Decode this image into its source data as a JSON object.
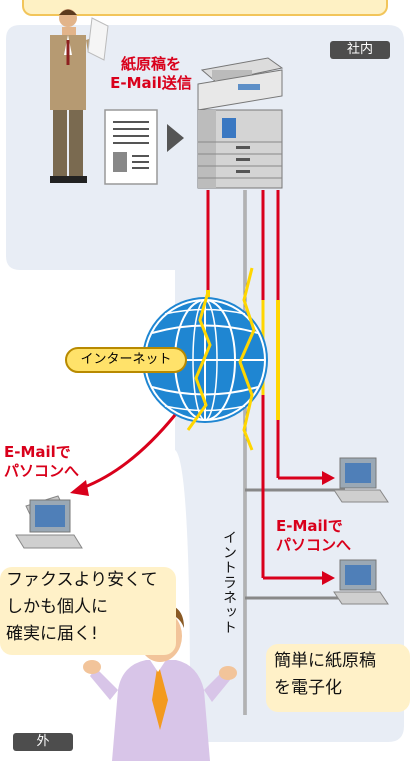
{
  "labels": {
    "inside_tag": "社内",
    "outside_tag": "外",
    "send_line1": "紙原稿を",
    "send_line2": "E-Mail送信",
    "internet": "インターネット",
    "intranet": "イントラネット",
    "to_pc_outside_line1": "E-Mailで",
    "to_pc_outside_line2": "パソコンへ",
    "to_pc_inside_line1": "E-Mailで",
    "to_pc_inside_line2": "パソコンへ"
  },
  "callouts": {
    "cheap": [
      "ファクスより安くて",
      "しかも個人に",
      "確実に届く!"
    ],
    "digitize": [
      "簡単に紙原稿",
      "を電子化"
    ]
  },
  "colors": {
    "inside_area": "#e8edf5",
    "mail_line": "#d9001b",
    "lan_line": "#ffd600",
    "callout_bg": "#fff1c8",
    "tag_bg": "#4d4d4d"
  }
}
